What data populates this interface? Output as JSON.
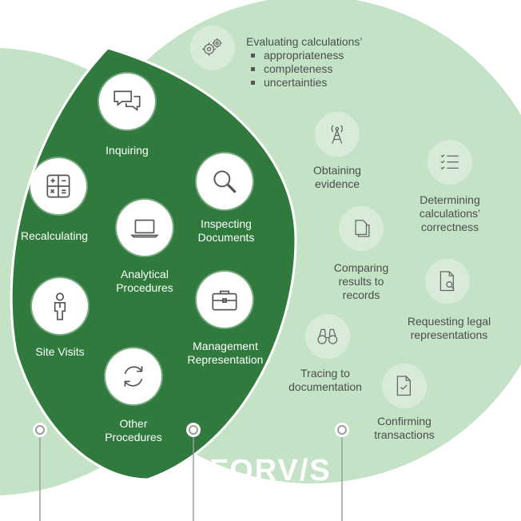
{
  "brand": {
    "logo_text": "FORV/S"
  },
  "colors": {
    "dark_green": "#2f7a3c",
    "light_green": "#c4e2c6",
    "icon_bg": "#d7ebd8"
  },
  "inner_items": {
    "inquiring": {
      "label": [
        "Inquiring"
      ],
      "icon": "speech-bubbles-icon"
    },
    "recalculating": {
      "label": [
        "Recalculating"
      ],
      "icon": "calculator-icon"
    },
    "inspecting": {
      "label": [
        "Inspecting",
        "Documents"
      ],
      "icon": "magnifier-icon"
    },
    "analytical": {
      "label": [
        "Analytical",
        "Procedures"
      ],
      "icon": "laptop-icon"
    },
    "site_visits": {
      "label": [
        "Site Visits"
      ],
      "icon": "person-icon"
    },
    "management": {
      "label": [
        "Management",
        "Representation"
      ],
      "icon": "briefcase-icon"
    },
    "other": {
      "label": [
        "Other",
        "Procedures"
      ],
      "icon": "refresh-icon"
    }
  },
  "evaluating": {
    "title": "Evaluating calculations’",
    "bullets": [
      "appropriateness",
      "completeness",
      "uncertainties"
    ],
    "icon": "gears-icon"
  },
  "outer_items": {
    "obtaining": {
      "label": [
        "Obtaining",
        "evidence"
      ],
      "icon": "tower-icon"
    },
    "determining": {
      "label": [
        "Determining",
        "calculations’",
        "correctness"
      ],
      "icon": "checklist-icon"
    },
    "comparing": {
      "label": [
        "Comparing",
        "results to",
        "records"
      ],
      "icon": "documents-icon"
    },
    "requesting": {
      "label": [
        "Requesting legal",
        "representations"
      ],
      "icon": "document-search-icon"
    },
    "tracing": {
      "label": [
        "Tracing to",
        "documentation"
      ],
      "icon": "binoculars-icon"
    },
    "confirming": {
      "label": [
        "Confirming",
        "transactions"
      ],
      "icon": "document-check-icon"
    }
  }
}
